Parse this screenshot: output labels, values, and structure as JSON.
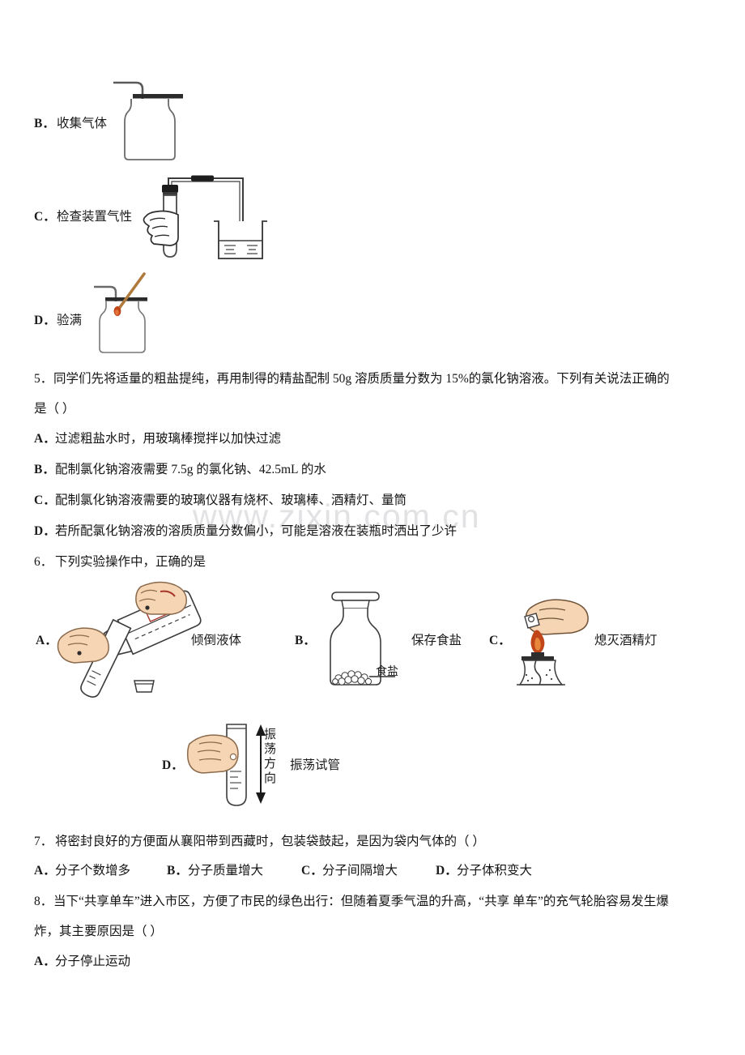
{
  "watermark": {
    "text": "www.zixin.com.cn"
  },
  "top_options": [
    {
      "letter": "B．",
      "label": "收集气体",
      "figure": "gas-collection-bottle"
    },
    {
      "letter": "C．",
      "label": "检查装置气性",
      "figure": "airtightness-test-apparatus"
    },
    {
      "letter": "D．",
      "label": "验满",
      "figure": "fullness-test-bottle"
    }
  ],
  "questions": [
    {
      "number": "5．",
      "stem_line1": "同学们先将适量的粗盐提纯，再用制得的精盐配制 50g 溶质质量分数为 15%的氯化钠溶液。下列有关说法正确的",
      "stem_line2": "是（      ）",
      "options": [
        {
          "letter": "A．",
          "text": "过滤粗盐水时，用玻璃棒搅拌以加快过滤"
        },
        {
          "letter": "B．",
          "text": "配制氯化钠溶液需要 7.5g 的氯化钠、42.5mL 的水"
        },
        {
          "letter": "C．",
          "text": "配制氯化钠溶液需要的玻璃仪器有烧杯、玻璃棒、酒精灯、量筒"
        },
        {
          "letter": "D．",
          "text": "若所配氯化钠溶液的溶质质量分数偏小，可能是溶液在装瓶时洒出了少许"
        }
      ]
    },
    {
      "number": "6．",
      "stem_line1": "下列实验操作中，正确的是",
      "figure_options": [
        {
          "letter": "A．",
          "caption": "倾倒液体",
          "figure": "pouring-liquid"
        },
        {
          "letter": "B．",
          "caption": "保存食盐",
          "figure": "salt-storage-bottle",
          "inner_label": "食盐"
        },
        {
          "letter": "C．",
          "caption": "熄灭酒精灯",
          "figure": "extinguish-alcohol-lamp"
        },
        {
          "letter": "D．",
          "caption": "振荡试管",
          "figure": "shake-test-tube",
          "arrow_label": "振荡方向"
        }
      ]
    },
    {
      "number": "7．",
      "stem_line1": "将密封良好的方便面从襄阳带到西藏时，包装袋鼓起，是因为袋内气体的（        ）",
      "inline_options": [
        {
          "letter": "A．",
          "text": "分子个数增多"
        },
        {
          "letter": "B．",
          "text": "分子质量增大"
        },
        {
          "letter": "C．",
          "text": "分子间隔增大"
        },
        {
          "letter": "D．",
          "text": "分子体积变大"
        }
      ]
    },
    {
      "number": "8．",
      "stem_line1": "当下“共享单车”进入市区，方便了市民的绿色出行：但随着夏季气温的升高，“共享 单车”的充气轮胎容易发生爆",
      "stem_line2": "炸，其主要原因是（      ）",
      "options": [
        {
          "letter": "A．",
          "text": "分子停止运动"
        }
      ]
    }
  ],
  "colors": {
    "ink": "#141414",
    "line": "#3c3c3c",
    "skin": "#f6d5b4",
    "skin_outline": "#8a6a4c",
    "flame": "#d4521c",
    "wood": "#b07a3c",
    "watermark": "#e2e2e4"
  }
}
